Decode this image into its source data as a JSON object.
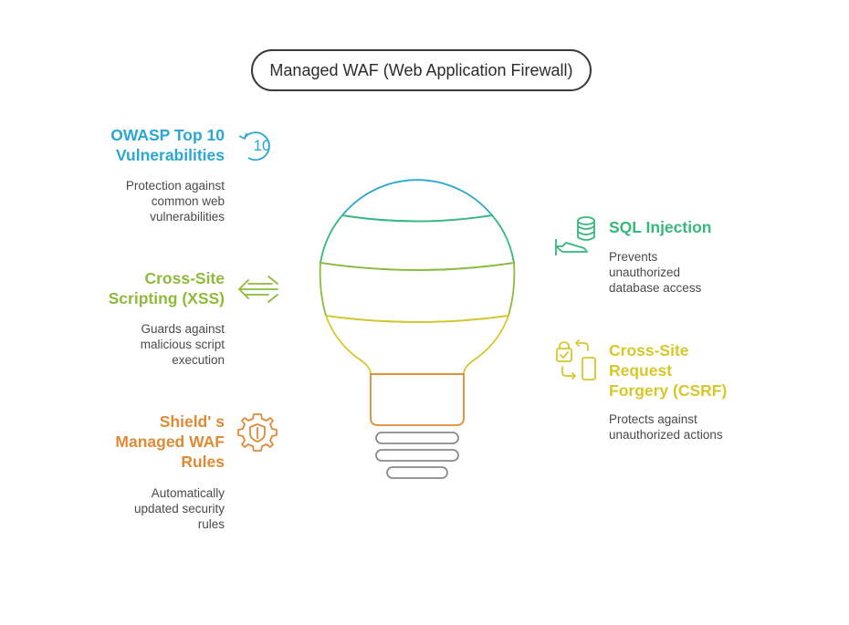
{
  "title": "Managed WAF (Web Application Firewall)",
  "colors": {
    "owasp": "#2aa7d2",
    "sql": "#35b87a",
    "xss": "#8fba3c",
    "csrf": "#d7c72a",
    "shield": "#df8a35",
    "bulb_base": "#8a8a8a"
  },
  "items": {
    "owasp": {
      "heading": "OWASP Top 10\nVulnerabilities",
      "description": "Protection against\ncommon web\nvulnerabilities",
      "icon": "top-10-cycle-icon",
      "icon_text": "10"
    },
    "xss": {
      "heading": "Cross-Site\nScripting (XSS)",
      "description": "Guards against\nmalicious script\nexecution",
      "icon": "swap-arrows-icon"
    },
    "shield": {
      "heading": "Shield' s\nManaged WAF\nRules",
      "description": "Automatically\nupdated security\nrules",
      "icon": "shield-gear-icon"
    },
    "sql": {
      "heading": "SQL Injection",
      "description": "Prevents\nunauthorized\ndatabase access",
      "icon": "database-injection-icon"
    },
    "csrf": {
      "heading": "Cross-Site\nRequest\nForgery (CSRF)",
      "description": "Protects against\nunauthorized actions",
      "icon": "lock-phone-swap-icon"
    }
  }
}
